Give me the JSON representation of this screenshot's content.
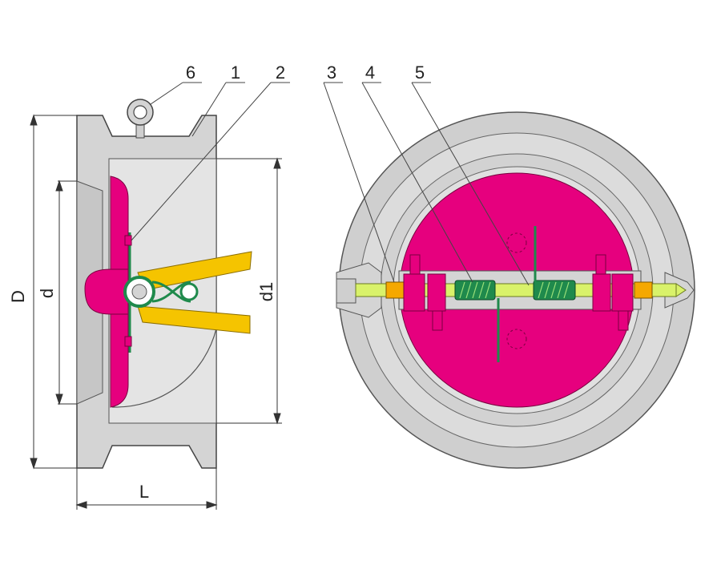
{
  "callouts": [
    {
      "text": "6"
    },
    {
      "text": "1"
    },
    {
      "text": "2"
    },
    {
      "text": "3"
    },
    {
      "text": "4"
    },
    {
      "text": "5"
    }
  ],
  "dimensions": {
    "D": "D",
    "d": "d",
    "d1": "d1",
    "L": "L"
  },
  "colors": {
    "body": "#d4d4d4",
    "body_dark": "#bdbdbd",
    "disc": "#e6007e",
    "arm": "#f5c400",
    "spring": "#1f8a4c",
    "shaft": "#d9f26a",
    "line": "#333333"
  }
}
